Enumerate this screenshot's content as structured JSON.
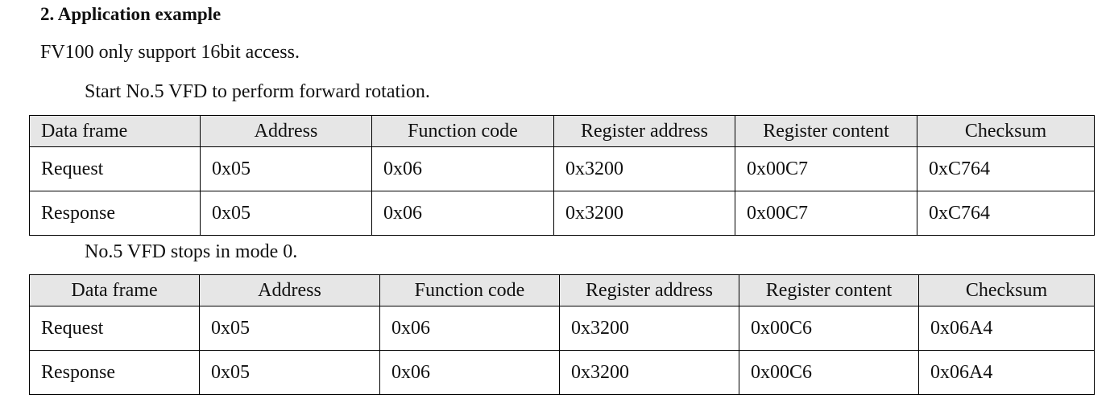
{
  "section": {
    "heading": "2. Application example",
    "intro": "FV100 only support 16bit access."
  },
  "example1": {
    "caption": "Start No.5 VFD to perform forward rotation.",
    "headers": [
      "Data frame",
      "Address",
      "Function code",
      "Register address",
      "Register content",
      "Checksum"
    ],
    "rows": [
      [
        "Request",
        "0x05",
        "0x06",
        "0x3200",
        "0x00C7",
        "0xC764"
      ],
      [
        "Response",
        "0x05",
        "0x06",
        "0x3200",
        "0x00C7",
        "0xC764"
      ]
    ]
  },
  "example2": {
    "caption": "No.5 VFD stops in mode 0.",
    "headers": [
      "Data frame",
      "Address",
      "Function code",
      "Register address",
      "Register content",
      "Checksum"
    ],
    "rows": [
      [
        "Request",
        "0x05",
        "0x06",
        "0x3200",
        "0x00C6",
        "0x06A4"
      ],
      [
        "Response",
        "0x05",
        "0x06",
        "0x3200",
        "0x00C6",
        "0x06A4"
      ]
    ]
  }
}
